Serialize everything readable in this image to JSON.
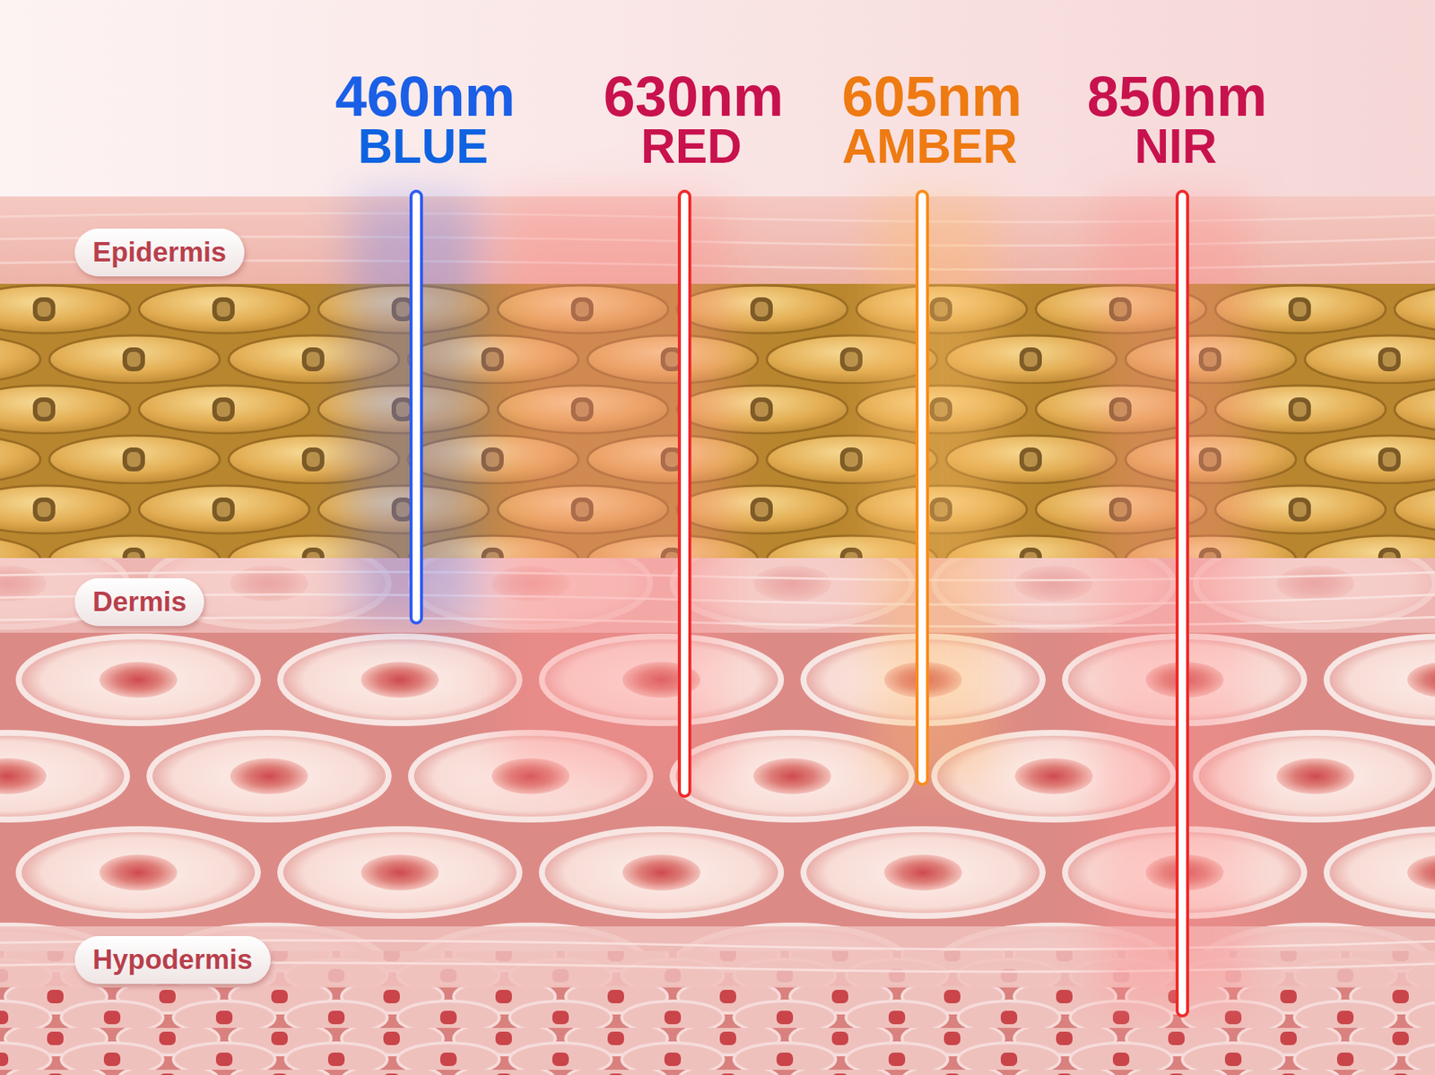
{
  "diagram": {
    "nodes": [
      {
        "text": [
          "Epidermis"
        ]
      },
      {
        "text": [
          "Dermis"
        ]
      },
      {
        "text": [
          "Hypodermis"
        ]
      }
    ],
    "labels": [
      "460nm",
      "BLUE",
      "630nm",
      "RED",
      "605nm",
      "AMBER",
      "850nm",
      "NIR"
    ]
  }
}
